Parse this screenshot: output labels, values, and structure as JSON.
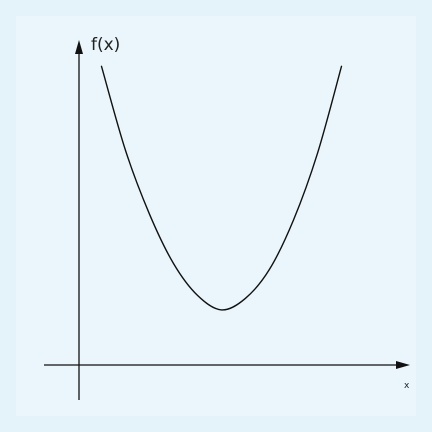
{
  "chart_data": {
    "type": "line",
    "title": "",
    "xlabel": "x",
    "ylabel": "f(x)",
    "grid": false,
    "legend": "none",
    "xlim": [
      -0.1,
      1.0
    ],
    "ylim": [
      -0.2,
      1.0
    ],
    "series": [
      {
        "x": [
          0.0,
          0.1,
          0.2,
          0.3,
          0.4,
          0.5,
          0.6,
          0.7,
          0.8,
          0.9,
          1.0
        ],
        "values": [
          0.88,
          0.59,
          0.37,
          0.2,
          0.09,
          0.04,
          0.08,
          0.18,
          0.35,
          0.58,
          0.88
        ]
      }
    ],
    "colors": {
      "axis": "#111111",
      "curve": "#111111",
      "background": "#e4f2f9"
    }
  }
}
